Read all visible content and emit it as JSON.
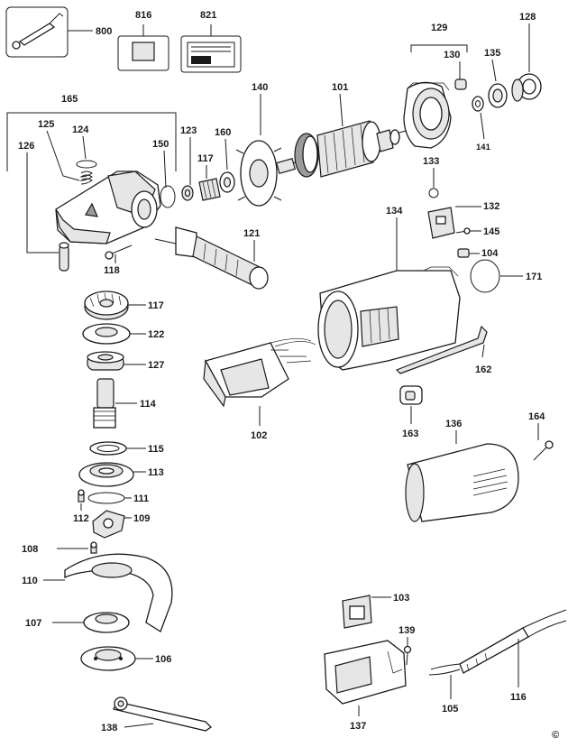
{
  "parts": {
    "p800": "800",
    "p816": "816",
    "p821": "821",
    "p128": "128",
    "p129": "129",
    "p130": "130",
    "p135": "135",
    "p165": "165",
    "p140": "140",
    "p101": "101",
    "p125": "125",
    "p124": "124",
    "p123": "123",
    "p150": "150",
    "p160": "160",
    "p126": "126",
    "p117a": "117",
    "p141": "141",
    "p133": "133",
    "p132": "132",
    "p134": "134",
    "p145": "145",
    "p104": "104",
    "p121": "121",
    "p118": "118",
    "p171": "171",
    "p117b": "117",
    "p122": "122",
    "p127": "127",
    "p162": "162",
    "p114": "114",
    "p102": "102",
    "p163": "163",
    "p136": "136",
    "p164": "164",
    "p115": "115",
    "p113": "113",
    "p111": "111",
    "p112": "112",
    "p109": "109",
    "p108": "108",
    "p110": "110",
    "p103": "103",
    "p107": "107",
    "p139": "139",
    "p106": "106",
    "p116": "116",
    "p105": "105",
    "p138": "138",
    "p137": "137"
  },
  "copyright": "©",
  "colors": {
    "ink": "#1a1a1a",
    "paper": "#ffffff",
    "fill": "#e6e6e6"
  }
}
